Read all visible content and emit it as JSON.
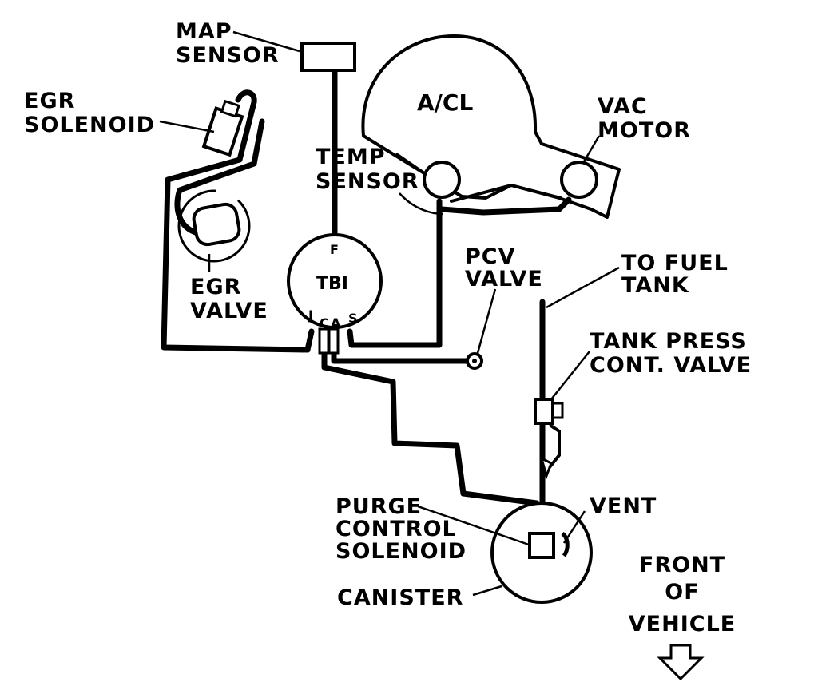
{
  "labels": {
    "map_sensor": [
      "MAP",
      "SENSOR"
    ],
    "egr_solenoid": [
      "EGR",
      "SOLENOID"
    ],
    "air_cleaner": "A/CL",
    "vac_motor": [
      "VAC",
      "MOTOR"
    ],
    "temp_sensor": [
      "TEMP",
      "SENSOR"
    ],
    "egr_valve": [
      "EGR",
      "VALVE"
    ],
    "tbi": "TBI",
    "tbi_ports": {
      "f": "F",
      "j": "J",
      "c": "C",
      "a": "A",
      "s": "S"
    },
    "pcv_valve": [
      "PCV",
      "VALVE"
    ],
    "to_fuel_tank": [
      "TO FUEL",
      "TANK"
    ],
    "tank_press_valve": [
      "TANK PRESS",
      "CONT. VALVE"
    ],
    "purge_solenoid": [
      "PURGE",
      "CONTROL",
      "SOLENOID"
    ],
    "vent": "VENT",
    "canister": "CANISTER",
    "front_of_vehicle": [
      "FRONT",
      "OF",
      "VEHICLE"
    ]
  }
}
